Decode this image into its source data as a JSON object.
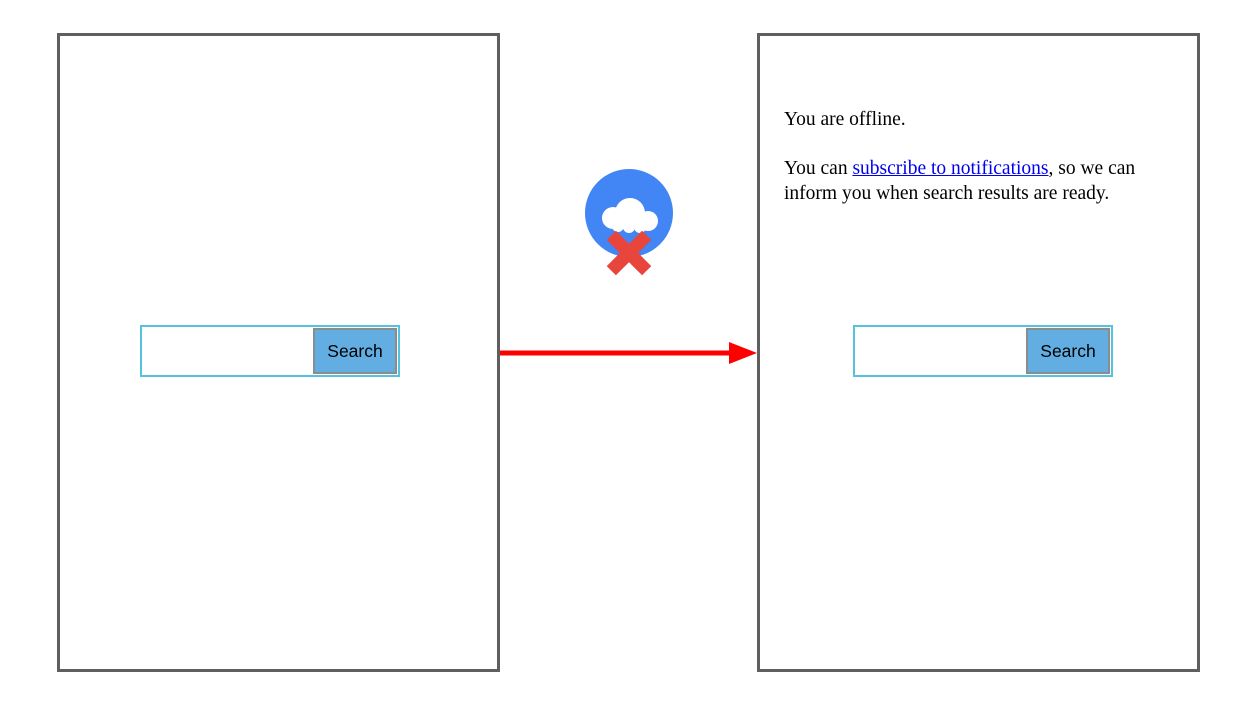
{
  "left_panel": {
    "search": {
      "input_value": "",
      "button_label": "Search"
    }
  },
  "right_panel": {
    "offline_message": "You are offline.",
    "subscribe_prefix": "You can ",
    "subscribe_link_label": "subscribe to notifications",
    "subscribe_suffix": ", so we can inform you when search results are ready.",
    "search": {
      "input_value": "",
      "button_label": "Search"
    }
  },
  "icons": {
    "offline_cloud": "cloud with red cross (offline)"
  },
  "colors": {
    "frame_border": "#5f5f5f",
    "search_input_border": "#55c3df",
    "search_button_bg": "#62ade2",
    "search_button_border": "#8c8c8c",
    "link_blue": "#0000ee",
    "arrow_red": "#fe0000",
    "icon_circle_blue": "#4285f4",
    "icon_x_red": "#e8453c",
    "cloud_white": "#ffffff"
  }
}
